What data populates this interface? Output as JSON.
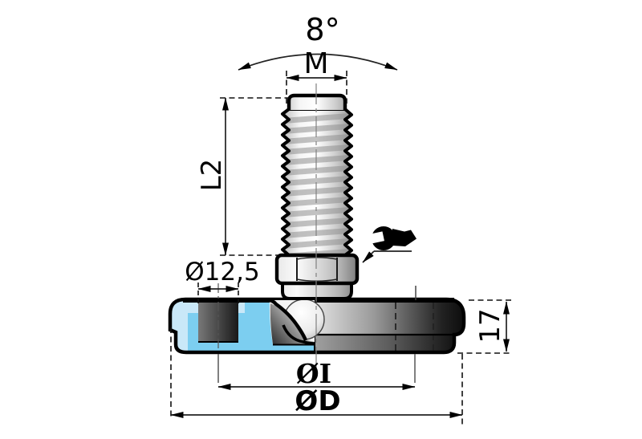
{
  "drawing": {
    "dimensions": {
      "swivel_angle": "8°",
      "thread_size": "M",
      "thread_length": "L2",
      "hole_diameter": "Ø12,5",
      "height": "17",
      "inner_diameter": "ØI",
      "outer_diameter": "ØD"
    },
    "icons": {
      "wrench": "wrench-icon"
    },
    "colors": {
      "section_fill": "#7ccef0",
      "section_fill_light": "#c9e8f8",
      "outline": "#000000",
      "background": "#ffffff"
    }
  }
}
